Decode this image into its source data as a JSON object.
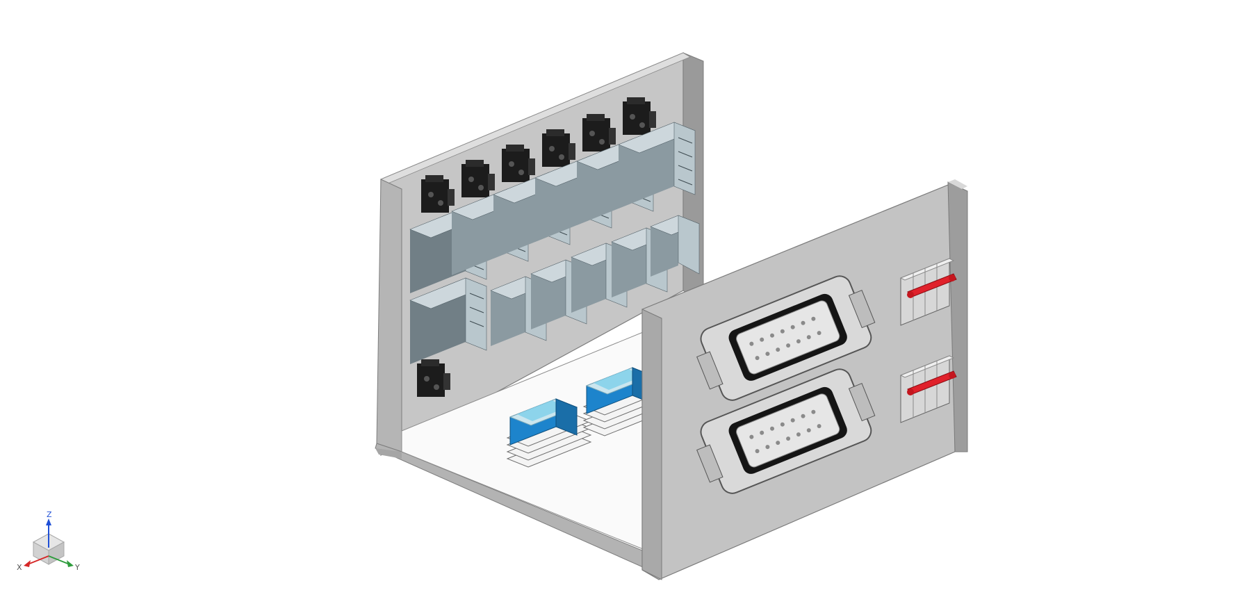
{
  "viewport": {
    "background": "#ffffff",
    "model": "electrical-enclosure-assembly"
  },
  "colors": {
    "panel": "#c3c3c3",
    "panel_edge": "#8e8e8e",
    "panel_light": "#d4d4d4",
    "rail_module": "#b9c7cd",
    "rail_module_dark": "#717f86",
    "relay_black": "#1c1c1c",
    "ssr_blue": "#1d84cc",
    "ssr_cover": "#cbe6ef",
    "breaker_red": "#e0212b",
    "breaker_body": "#e2e2e2",
    "axis_x": "#d62828",
    "axis_y": "#2e9c3c",
    "axis_z": "#1f4fd6"
  },
  "icons": {
    "triad": "axis-triad-icon",
    "connector": "heavy-duty-connector-icon",
    "breaker": "circuit-breaker-icon",
    "relay": "relay-socket-icon",
    "ssr": "solid-state-relay-icon",
    "din": "din-rail-module-icon"
  },
  "triad": {
    "x_label": "X",
    "y_label": "Y",
    "z_label": "Z"
  }
}
